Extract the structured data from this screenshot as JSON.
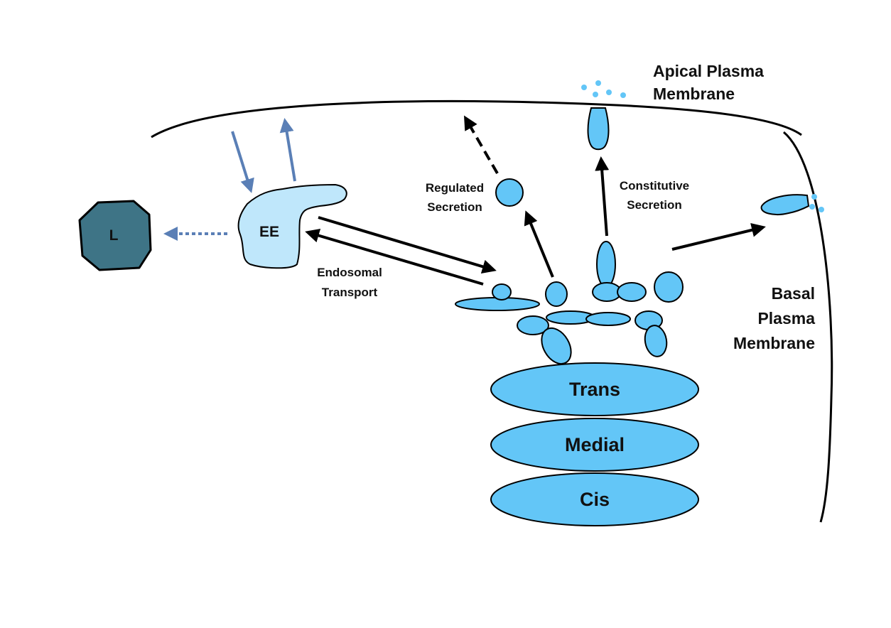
{
  "labels": {
    "apical_line1": "Apical Plasma",
    "apical_line2": "Membrane",
    "basal_line1": "Basal",
    "basal_line2": "Plasma",
    "basal_line3": "Membrane",
    "regulated_line1": "Regulated",
    "regulated_line2": "Secretion",
    "constitutive_line1": "Constitutive",
    "constitutive_line2": "Secretion",
    "endosomal_line1": "Endosomal",
    "endosomal_line2": "Transport",
    "early_endosome": "EE",
    "lysosome": "L",
    "golgi_trans": "Trans",
    "golgi_medial": "Medial",
    "golgi_cis": "Cis"
  },
  "colors": {
    "vesicle_fill": "#63c6f7",
    "endosome_fill": "#bfe7fb",
    "lysosome_fill": "#3e7486",
    "outline": "#000000",
    "transport_arrow": "#000000",
    "endocytic_arrow": "#5a7fb6",
    "secretion_dots": "#63c6f7"
  }
}
